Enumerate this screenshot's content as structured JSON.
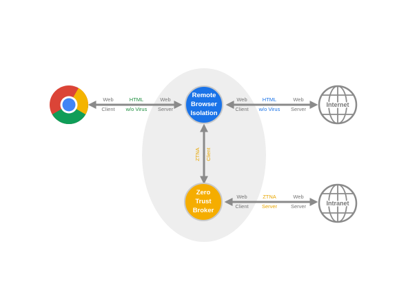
{
  "colors": {
    "arrow": "#8a8a8a",
    "label_gray": "#757575",
    "label_green": "#1e8e3e",
    "label_blue": "#1a73e8",
    "label_yellow": "#e8a600",
    "rbi_fill": "#1a73e8",
    "broker_fill": "#f5ad00",
    "zone_fill": "#eeeeee",
    "globe_stroke": "#8a8a8a"
  },
  "nodes": {
    "browser": {
      "icon": "chrome-browser-icon"
    },
    "rbi": {
      "lines": [
        "Remote",
        "Browser",
        "Isolation"
      ]
    },
    "broker": {
      "lines": [
        "Zero",
        "Trust",
        "Broker"
      ]
    },
    "internet": {
      "label": "Internet",
      "icon": "globe-icon"
    },
    "intranet": {
      "label": "Intranet",
      "icon": "globe-icon"
    }
  },
  "links": {
    "browser_rbi": {
      "left_label": [
        "Web",
        "Client"
      ],
      "middle_label": [
        "HTML",
        "w/o Virus"
      ],
      "right_label": [
        "Web",
        "Server"
      ]
    },
    "rbi_internet": {
      "left_label": [
        "Web",
        "Client"
      ],
      "middle_label": [
        "HTML",
        "w/o Virus"
      ],
      "right_label": [
        "Web",
        "Server"
      ]
    },
    "rbi_broker": {
      "label": [
        "ZTNA",
        "Client"
      ]
    },
    "broker_intranet": {
      "left_label": [
        "Web",
        "Client"
      ],
      "middle_label": [
        "ZTNA",
        "Server"
      ],
      "right_label": [
        "Web",
        "Server"
      ]
    }
  }
}
